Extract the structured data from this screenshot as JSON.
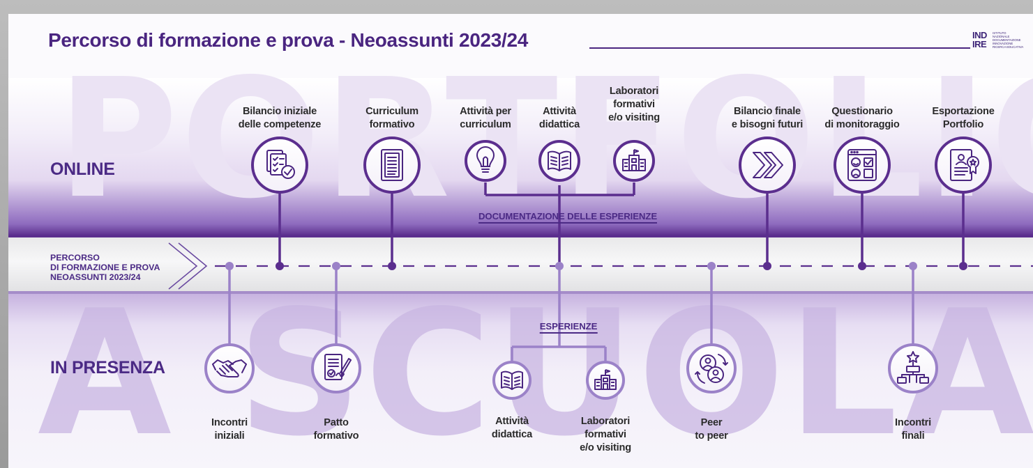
{
  "title": "Percorso di formazione e prova - Neoassunti 2023/24",
  "logo": {
    "mark_line1": "IND",
    "mark_line2": "IRE",
    "text": "ISTITUTO\nNAZIONALE\nDOCUMENTAZIONE\nINNOVAZIONE\nRICERCA EDUCATIVA"
  },
  "background_words": {
    "top": "PORTFOLIO",
    "bottom": "A SCUOLA"
  },
  "lanes": {
    "online": "ONLINE",
    "in_presenza": "IN PRESENZA"
  },
  "timeline_label": "PERCORSO\nDI FORMAZIONE E PROVA\nNEOASSUNTI 2023/24",
  "groups": {
    "documentazione": "DOCUMENTAZIONE DELLE ESPERIENZE",
    "esperienze": "ESPERIENZE"
  },
  "online_steps": [
    {
      "id": "bilancio-iniziale",
      "label": "Bilancio iniziale\ndelle competenze",
      "icon": "checklist-icon"
    },
    {
      "id": "curriculum",
      "label": "Curriculum\nformativo",
      "icon": "document-icon"
    },
    {
      "id": "attivita-curriculum",
      "label": "Attività per\ncurriculum",
      "icon": "lightbulb-icon"
    },
    {
      "id": "attivita-didattica-online",
      "label": "Attività\ndidattica",
      "icon": "book-icon"
    },
    {
      "id": "laboratori-online",
      "label": "Laboratori\nformativi\ne/o visiting",
      "icon": "school-icon"
    },
    {
      "id": "bilancio-finale",
      "label": "Bilancio finale\ne bisogni futuri",
      "icon": "double-chevron-icon"
    },
    {
      "id": "questionario",
      "label": "Questionario\ndi monitoraggio",
      "icon": "survey-icon"
    },
    {
      "id": "esportazione",
      "label": "Esportazione\nPortfolio",
      "icon": "certificate-icon"
    }
  ],
  "presenza_steps": [
    {
      "id": "incontri-iniziali",
      "label": "Incontri\niniziali",
      "icon": "handshake-icon"
    },
    {
      "id": "patto-formativo",
      "label": "Patto\nformativo",
      "icon": "signed-document-icon"
    },
    {
      "id": "attivita-didattica-presenza",
      "label": "Attività\ndidattica",
      "icon": "book-icon"
    },
    {
      "id": "laboratori-presenza",
      "label": "Laboratori\nformativi\ne/o visiting",
      "icon": "school-icon"
    },
    {
      "id": "peer-to-peer",
      "label": "Peer\nto peer",
      "icon": "peer-exchange-icon"
    },
    {
      "id": "incontri-finali",
      "label": "Incontri\nfinali",
      "icon": "hierarchy-star-icon"
    }
  ],
  "colors": {
    "primary": "#5b2e8e",
    "secondary": "#9b82c8",
    "dark_text": "#2b2b2b",
    "title": "#4a2580"
  }
}
